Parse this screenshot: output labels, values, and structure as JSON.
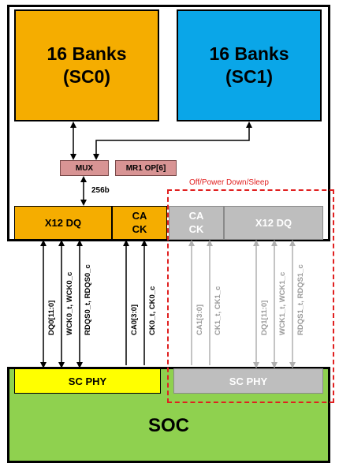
{
  "dram": {
    "bank0": {
      "line1": "16 Banks",
      "line2": "(SC0)"
    },
    "bank1": {
      "line1": "16 Banks",
      "line2": "(SC1)"
    },
    "mux": "MUX",
    "mr1": "MR1 OP[6]",
    "bus_width": "256b",
    "off_label": "Off/Power Down/Sleep",
    "dq0": "X12 DQ",
    "ca0": {
      "line1": "CA",
      "line2": "CK"
    },
    "ca1": {
      "line1": "CA",
      "line2": "CK"
    },
    "dq1": "X12 DQ"
  },
  "signals": {
    "dq0": "DQ0[11:0]",
    "wck0": "WCK0_t, WCK0_c",
    "rdqs0": "RDQS0_t, RDQS0_c",
    "ca0": "CA0[3:0]",
    "ck0": "CK0_t, CK0_c",
    "ca1": "CA1[3:0]",
    "ck1": "CK1_t, CK1_c",
    "dq1": "DQ1[11:0]",
    "wck1": "WCK1_t, WCK1_c",
    "rdqs1": "RDQS1_t, RDQS1_c"
  },
  "soc": {
    "phy0": "SC PHY",
    "phy1": "SC PHY",
    "label": "SOC"
  },
  "colors": {
    "sc0": "#f5ad00",
    "sc1": "#0aa6e8",
    "mux": "#d89494",
    "inactive": "#bebebe",
    "phy_active": "#ffff00",
    "soc": "#8fd14f",
    "off_outline": "#e02020"
  }
}
